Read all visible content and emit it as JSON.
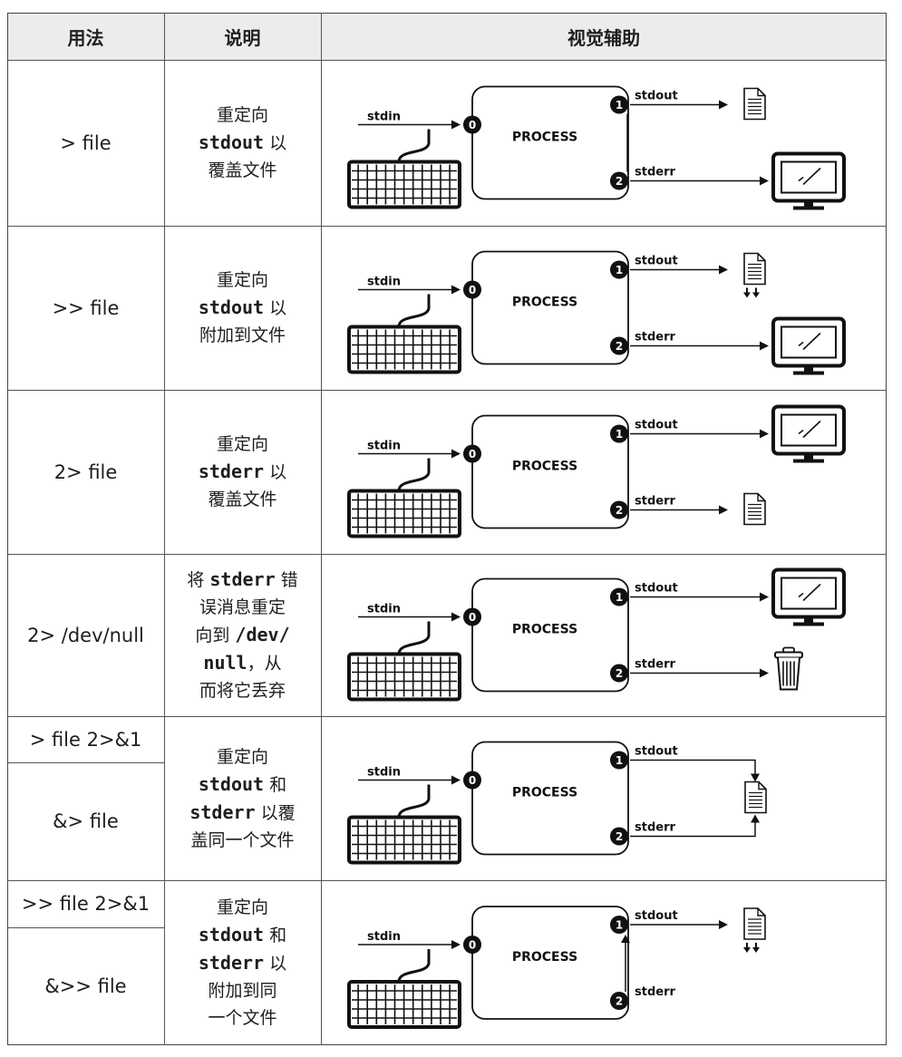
{
  "headers": {
    "usage": "用法",
    "description": "说明",
    "visual": "视觉辅助"
  },
  "labels": {
    "stdin": "stdin",
    "stdout": "stdout",
    "stderr": "stderr",
    "process": "PROCESS",
    "fd0": "0",
    "fd1": "1",
    "fd2": "2"
  },
  "rows": [
    {
      "usage": [
        "> file"
      ],
      "desc": [
        [
          "重定向"
        ],
        [
          "@stdout",
          " 以"
        ],
        [
          "覆盖文件"
        ]
      ],
      "visual": {
        "out1": "file",
        "out2": "screen",
        "append": false
      }
    },
    {
      "usage": [
        ">> file"
      ],
      "desc": [
        [
          "重定向"
        ],
        [
          "@stdout",
          " 以"
        ],
        [
          "附加到文件"
        ]
      ],
      "visual": {
        "out1": "file",
        "out2": "screen",
        "append": true
      }
    },
    {
      "usage": [
        "2> file"
      ],
      "desc": [
        [
          "重定向"
        ],
        [
          "@stderr",
          " 以"
        ],
        [
          "覆盖文件"
        ]
      ],
      "visual": {
        "out1": "screen",
        "out2": "file",
        "append": false
      }
    },
    {
      "usage": [
        "2> /dev/null"
      ],
      "desc": [
        [
          "将 ",
          "@stderr",
          " 错"
        ],
        [
          "误消息重定"
        ],
        [
          "向到 ",
          "@/dev/"
        ],
        [
          "@null",
          "，从"
        ],
        [
          "而将它丢弃"
        ]
      ],
      "visual": {
        "out1": "screen",
        "out2": "trash",
        "append": false
      }
    },
    {
      "usage": [
        "> file  2>&1",
        "&> file"
      ],
      "desc": [
        [
          "重定向"
        ],
        [
          "@stdout",
          " 和"
        ],
        [
          "@stderr",
          " 以覆"
        ],
        [
          "盖同一个文件"
        ]
      ],
      "visual": {
        "out1": "merge-file",
        "out2": "merge-file",
        "append": false
      }
    },
    {
      "usage": [
        ">> file  2>&1",
        "&>> file"
      ],
      "desc": [
        [
          "重定向"
        ],
        [
          "@stdout",
          " 和"
        ],
        [
          "@stderr",
          " 以"
        ],
        [
          "附加到同"
        ],
        [
          "一个文件"
        ]
      ],
      "visual": {
        "out1": "file",
        "out2": "to-1",
        "append": true
      }
    }
  ]
}
